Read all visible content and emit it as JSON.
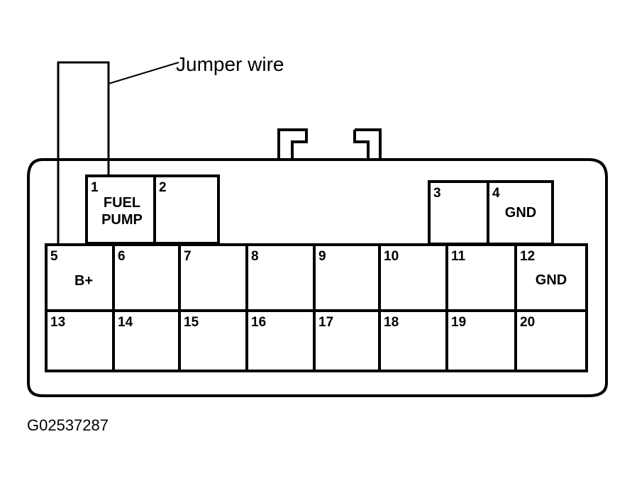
{
  "callout": {
    "jumper_label": "Jumper wire"
  },
  "figure_id": "G02537287",
  "pins": [
    {
      "id": "1",
      "number": "1",
      "label": [
        "FUEL",
        "PUMP"
      ]
    },
    {
      "id": "2",
      "number": "2",
      "label": []
    },
    {
      "id": "3",
      "number": "3",
      "label": []
    },
    {
      "id": "4",
      "number": "4",
      "label": [
        "GND"
      ]
    },
    {
      "id": "5",
      "number": "5",
      "label": [
        "B+"
      ]
    },
    {
      "id": "6",
      "number": "6",
      "label": []
    },
    {
      "id": "7",
      "number": "7",
      "label": []
    },
    {
      "id": "8",
      "number": "8",
      "label": []
    },
    {
      "id": "9",
      "number": "9",
      "label": []
    },
    {
      "id": "10",
      "number": "10",
      "label": []
    },
    {
      "id": "11",
      "number": "11",
      "label": []
    },
    {
      "id": "12",
      "number": "12",
      "label": [
        "GND"
      ]
    },
    {
      "id": "13",
      "number": "13",
      "label": []
    },
    {
      "id": "14",
      "number": "14",
      "label": []
    },
    {
      "id": "15",
      "number": "15",
      "label": []
    },
    {
      "id": "16",
      "number": "16",
      "label": []
    },
    {
      "id": "17",
      "number": "17",
      "label": []
    },
    {
      "id": "18",
      "number": "18",
      "label": []
    },
    {
      "id": "19",
      "number": "19",
      "label": []
    },
    {
      "id": "20",
      "number": "20",
      "label": []
    }
  ]
}
